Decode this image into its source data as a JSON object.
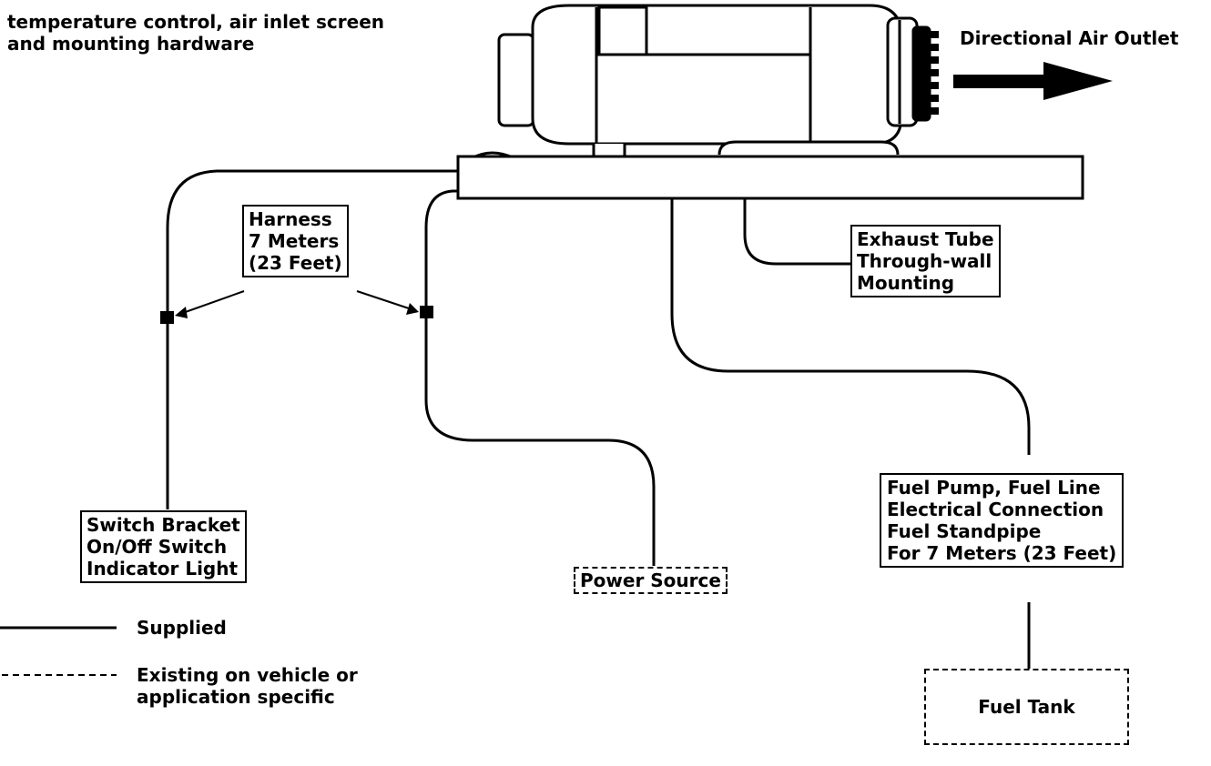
{
  "top_note": {
    "lines": [
      "temperature control, air inlet screen",
      "and mounting hardware"
    ]
  },
  "air_outlet_label": "Directional Air Outlet",
  "harness_label": {
    "lines": [
      "Harness",
      "7 Meters",
      "(23 Feet)"
    ]
  },
  "exhaust_label": {
    "lines": [
      "Exhaust Tube",
      "Through-wall",
      "Mounting"
    ]
  },
  "switch_label": {
    "lines": [
      "Switch Bracket",
      "On/Off Switch",
      "Indicator Light"
    ]
  },
  "power_label": "Power Source",
  "fuel_label": {
    "lines": [
      "Fuel Pump, Fuel Line",
      "Electrical Connection",
      "Fuel Standpipe",
      "For 7 Meters (23 Feet)"
    ]
  },
  "fuel_tank_label": "Fuel Tank",
  "legend": {
    "supplied": "Supplied",
    "existing_line1": "Existing on vehicle or",
    "existing_line2": "application specific"
  },
  "colors": {
    "ink": "#000000",
    "background": "#ffffff"
  }
}
